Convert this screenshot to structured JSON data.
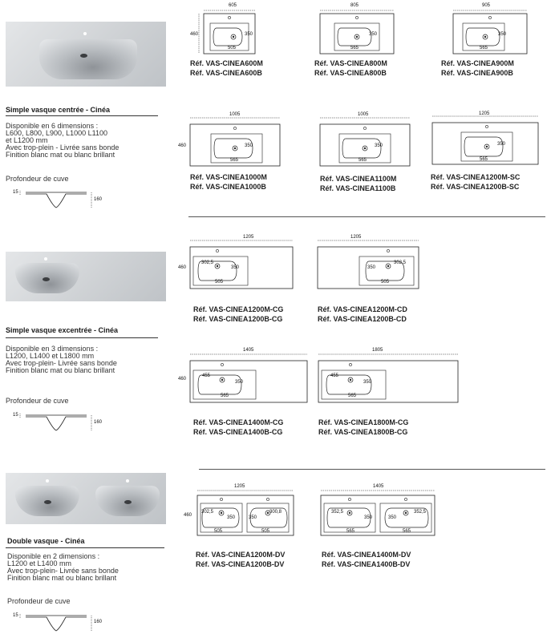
{
  "sections": {
    "simple_centre": {
      "title": "Simple vasque centrée - Cinéa",
      "desc": [
        "Disponible en 6 dimensions :",
        "L600, L800, L900, L1000 L1100",
        "et L1200 mm",
        "Avec trop-plein - Livrée sans bonde",
        "Finition blanc mat ou blanc brillant"
      ],
      "depth_label": "Profondeur de cuve",
      "depth_dims": {
        "rim": "15",
        "depth": "160"
      }
    },
    "simple_excentre": {
      "title": "Simple vasque excentrée - Cinéa",
      "desc": [
        "Disponible en 3 dimensions :",
        "L1200, L1400 et L1800 mm",
        "Avec trop-plein- Livrée sans bonde",
        "Finition blanc mat ou blanc brillant"
      ],
      "depth_label": "Profondeur de cuve",
      "depth_dims": {
        "rim": "15",
        "depth": "160"
      }
    },
    "double": {
      "title": "Double vasque - Cinéa",
      "desc": [
        "Disponible en 2 dimensions :",
        "L1200 et L1400 mm",
        "Avec trop-plein- Livrée sans bonde",
        "Finition blanc mat ou blanc brillant"
      ],
      "depth_label": "Profondeur de cuve",
      "depth_dims": {
        "rim": "15",
        "depth": "160"
      }
    }
  },
  "models": {
    "m600": {
      "width": "605",
      "height": "460",
      "bowl": "505",
      "bowl_depth": "350",
      "refs": [
        "Réf. VAS-CINEA600M",
        "Réf. VAS-CINEA600B"
      ]
    },
    "m800": {
      "width": "805",
      "bowl": "565",
      "bowl_depth": "350",
      "refs": [
        "Réf. VAS-CINEA800M",
        "Réf. VAS-CINEA800B"
      ]
    },
    "m900": {
      "width": "905",
      "bowl": "565",
      "bowl_depth": "350",
      "refs": [
        "Réf. VAS-CINEA900M",
        "Réf. VAS-CINEA900B"
      ]
    },
    "m1000": {
      "width": "1005",
      "height": "460",
      "bowl": "565",
      "bowl_depth": "350",
      "refs": [
        "Réf. VAS-CINEA1000M",
        "Réf. VAS-CINEA1000B"
      ]
    },
    "m1100": {
      "width": "1005",
      "bowl": "565",
      "bowl_depth": "350",
      "refs": [
        "Réf. VAS-CINEA1100M",
        "Réf. VAS-CINEA1100B"
      ]
    },
    "m1200sc": {
      "width": "1205",
      "bowl": "565",
      "bowl_depth": "350",
      "refs": [
        "Réf. VAS-CINEA1200M-SC",
        "Réf. VAS-CINEA1200B-SC"
      ]
    },
    "m1200cg": {
      "width": "1205",
      "height": "460",
      "bowl": "505",
      "bowl_depth": "350",
      "offset": "302,5",
      "refs": [
        "Réf. VAS-CINEA1200M-CG",
        "Réf. VAS-CINEA1200B-CG"
      ]
    },
    "m1200cd": {
      "width": "1205",
      "bowl": "505",
      "bowl_depth": "350",
      "offset": "302,5",
      "refs": [
        "Réf. VAS-CINEA1200M-CD",
        "Réf. VAS-CINEA1200B-CD"
      ]
    },
    "m1400cg": {
      "width": "1405",
      "height": "460",
      "bowl": "565",
      "bowl_depth": "350",
      "offset": "455",
      "refs": [
        "Réf. VAS-CINEA1400M-CG",
        "Réf. VAS-CINEA1400B-CG"
      ]
    },
    "m1800cg": {
      "width": "1805",
      "bowl": "565",
      "bowl_depth": "350",
      "offset": "455",
      "refs": [
        "Réf. VAS-CINEA1800M-CG",
        "Réf. VAS-CINEA1800B-CG"
      ]
    },
    "m1200dv": {
      "width": "1205",
      "height": "460",
      "bowl": "505",
      "bowl_depth": "350",
      "offset": "302,5",
      "offset2": "300,8",
      "refs": [
        "Réf. VAS-CINEA1200M-DV",
        "Réf. VAS-CINEA1200B-DV"
      ]
    },
    "m1400dv": {
      "width": "1405",
      "bowl": "565",
      "bowl_depth": "350",
      "offset": "352,5",
      "offset2": "352,5",
      "refs": [
        "Réf. VAS-CINEA1400M-DV",
        "Réf. VAS-CINEA1400B-DV"
      ]
    }
  }
}
